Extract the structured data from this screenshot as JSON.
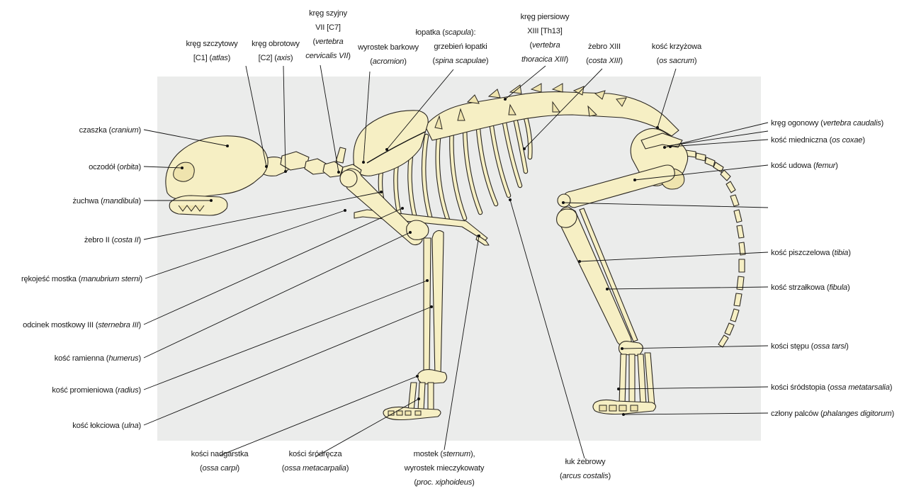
{
  "labels": {
    "czaszka": {
      "base": "czaszka (",
      "latin": "cranium",
      "end": ")"
    },
    "oczodol": {
      "base": "oczodół (",
      "latin": "orbita",
      "end": ")"
    },
    "zuchwa": {
      "base": "żuchwa (",
      "latin": "mandibula",
      "end": ")"
    },
    "zebro2": {
      "base": "żebro II (",
      "latin": "costa II",
      "end": ")"
    },
    "rekojesc": {
      "base": "rękojeść mostka (",
      "latin": "manubrium sterni",
      "end": ")"
    },
    "odcinek": {
      "base": "odcinek mostkowy III (",
      "latin": "sternebra III",
      "end": ")"
    },
    "ramienna": {
      "base": "kość ramienna (",
      "latin": "humerus",
      "end": ")"
    },
    "promieniowa": {
      "base": "kość promieniowa (",
      "latin": "radius",
      "end": ")"
    },
    "lokciowa": {
      "base": "kość łokciowa (",
      "latin": "ulna",
      "end": ")"
    },
    "nadgarstek": {
      "line1": "kości nadgarstka",
      "latin": "ossa carpi"
    },
    "srodrecze": {
      "line1": "kości śródręcza",
      "latin": "ossa metacarpalia"
    },
    "mostek": {
      "line1_base": "mostek (",
      "line1_latin": "sternum",
      "line1_end": "),",
      "line2": "wyrostek mieczykowaty",
      "latin": "proc. xiphoideus"
    },
    "luk": {
      "line1": "łuk żebrowy",
      "latin": "arcus costalis"
    },
    "atlas": {
      "line1": "kręg szczytowy",
      "line2_base": "[C1] (",
      "latin": "atlas",
      "end": ")"
    },
    "axis": {
      "line1": "kręg obrotowy",
      "line2_base": "[C2] (",
      "latin": "axis",
      "end": ")"
    },
    "c7": {
      "line1": "kręg szyjny",
      "line2": "VII [C7]",
      "latin1": "vertebra",
      "latin2": "cervicalis VII"
    },
    "wyrostek_barkowy": {
      "line1": "wyrostek barkowy",
      "latin": "acromion"
    },
    "lopatka": {
      "line1_base": "łopatka (",
      "line1_latin": "scapula",
      "line1_end": "):",
      "line2": "grzebień łopatki",
      "latin": "spina scapulae"
    },
    "th13": {
      "line1": "kręg piersiowy",
      "line2": "XIII [Th13]",
      "latin1": "vertebra",
      "latin2": "thoracica XIII"
    },
    "zebro13": {
      "line1": "żebro XIII",
      "latin": "costa XIII"
    },
    "krzyzowa": {
      "line1": "kość krzyżowa",
      "latin": "os sacrum"
    },
    "ogonowy": {
      "base": "kręg ogonowy (",
      "latin": "vertebra caudalis",
      "end": ")"
    },
    "miedniczna": {
      "base": "kość miedniczna (",
      "latin": "os coxae",
      "end": ")"
    },
    "udowa": {
      "base": "kość udowa (",
      "latin": "femur",
      "end": ")"
    },
    "piszczelowa": {
      "base": "kość piszczelowa (",
      "latin": "tibia",
      "end": ")"
    },
    "strzalkowa": {
      "base": "kość strzałkowa (",
      "latin": "fibula",
      "end": ")"
    },
    "step": {
      "base": "kości stępu (",
      "latin": "ossa tarsi",
      "end": ")"
    },
    "srodstopie": {
      "base": "kości śródstopia (",
      "latin": "ossa metatarsalia",
      "end": ")"
    },
    "palce": {
      "base": "człony palców (",
      "latin": "phalanges digitorum",
      "end": ")"
    }
  },
  "colors": {
    "background_panel": "#ebeceb",
    "bone_fill": "#f6efc4",
    "outline": "#2a2620"
  }
}
